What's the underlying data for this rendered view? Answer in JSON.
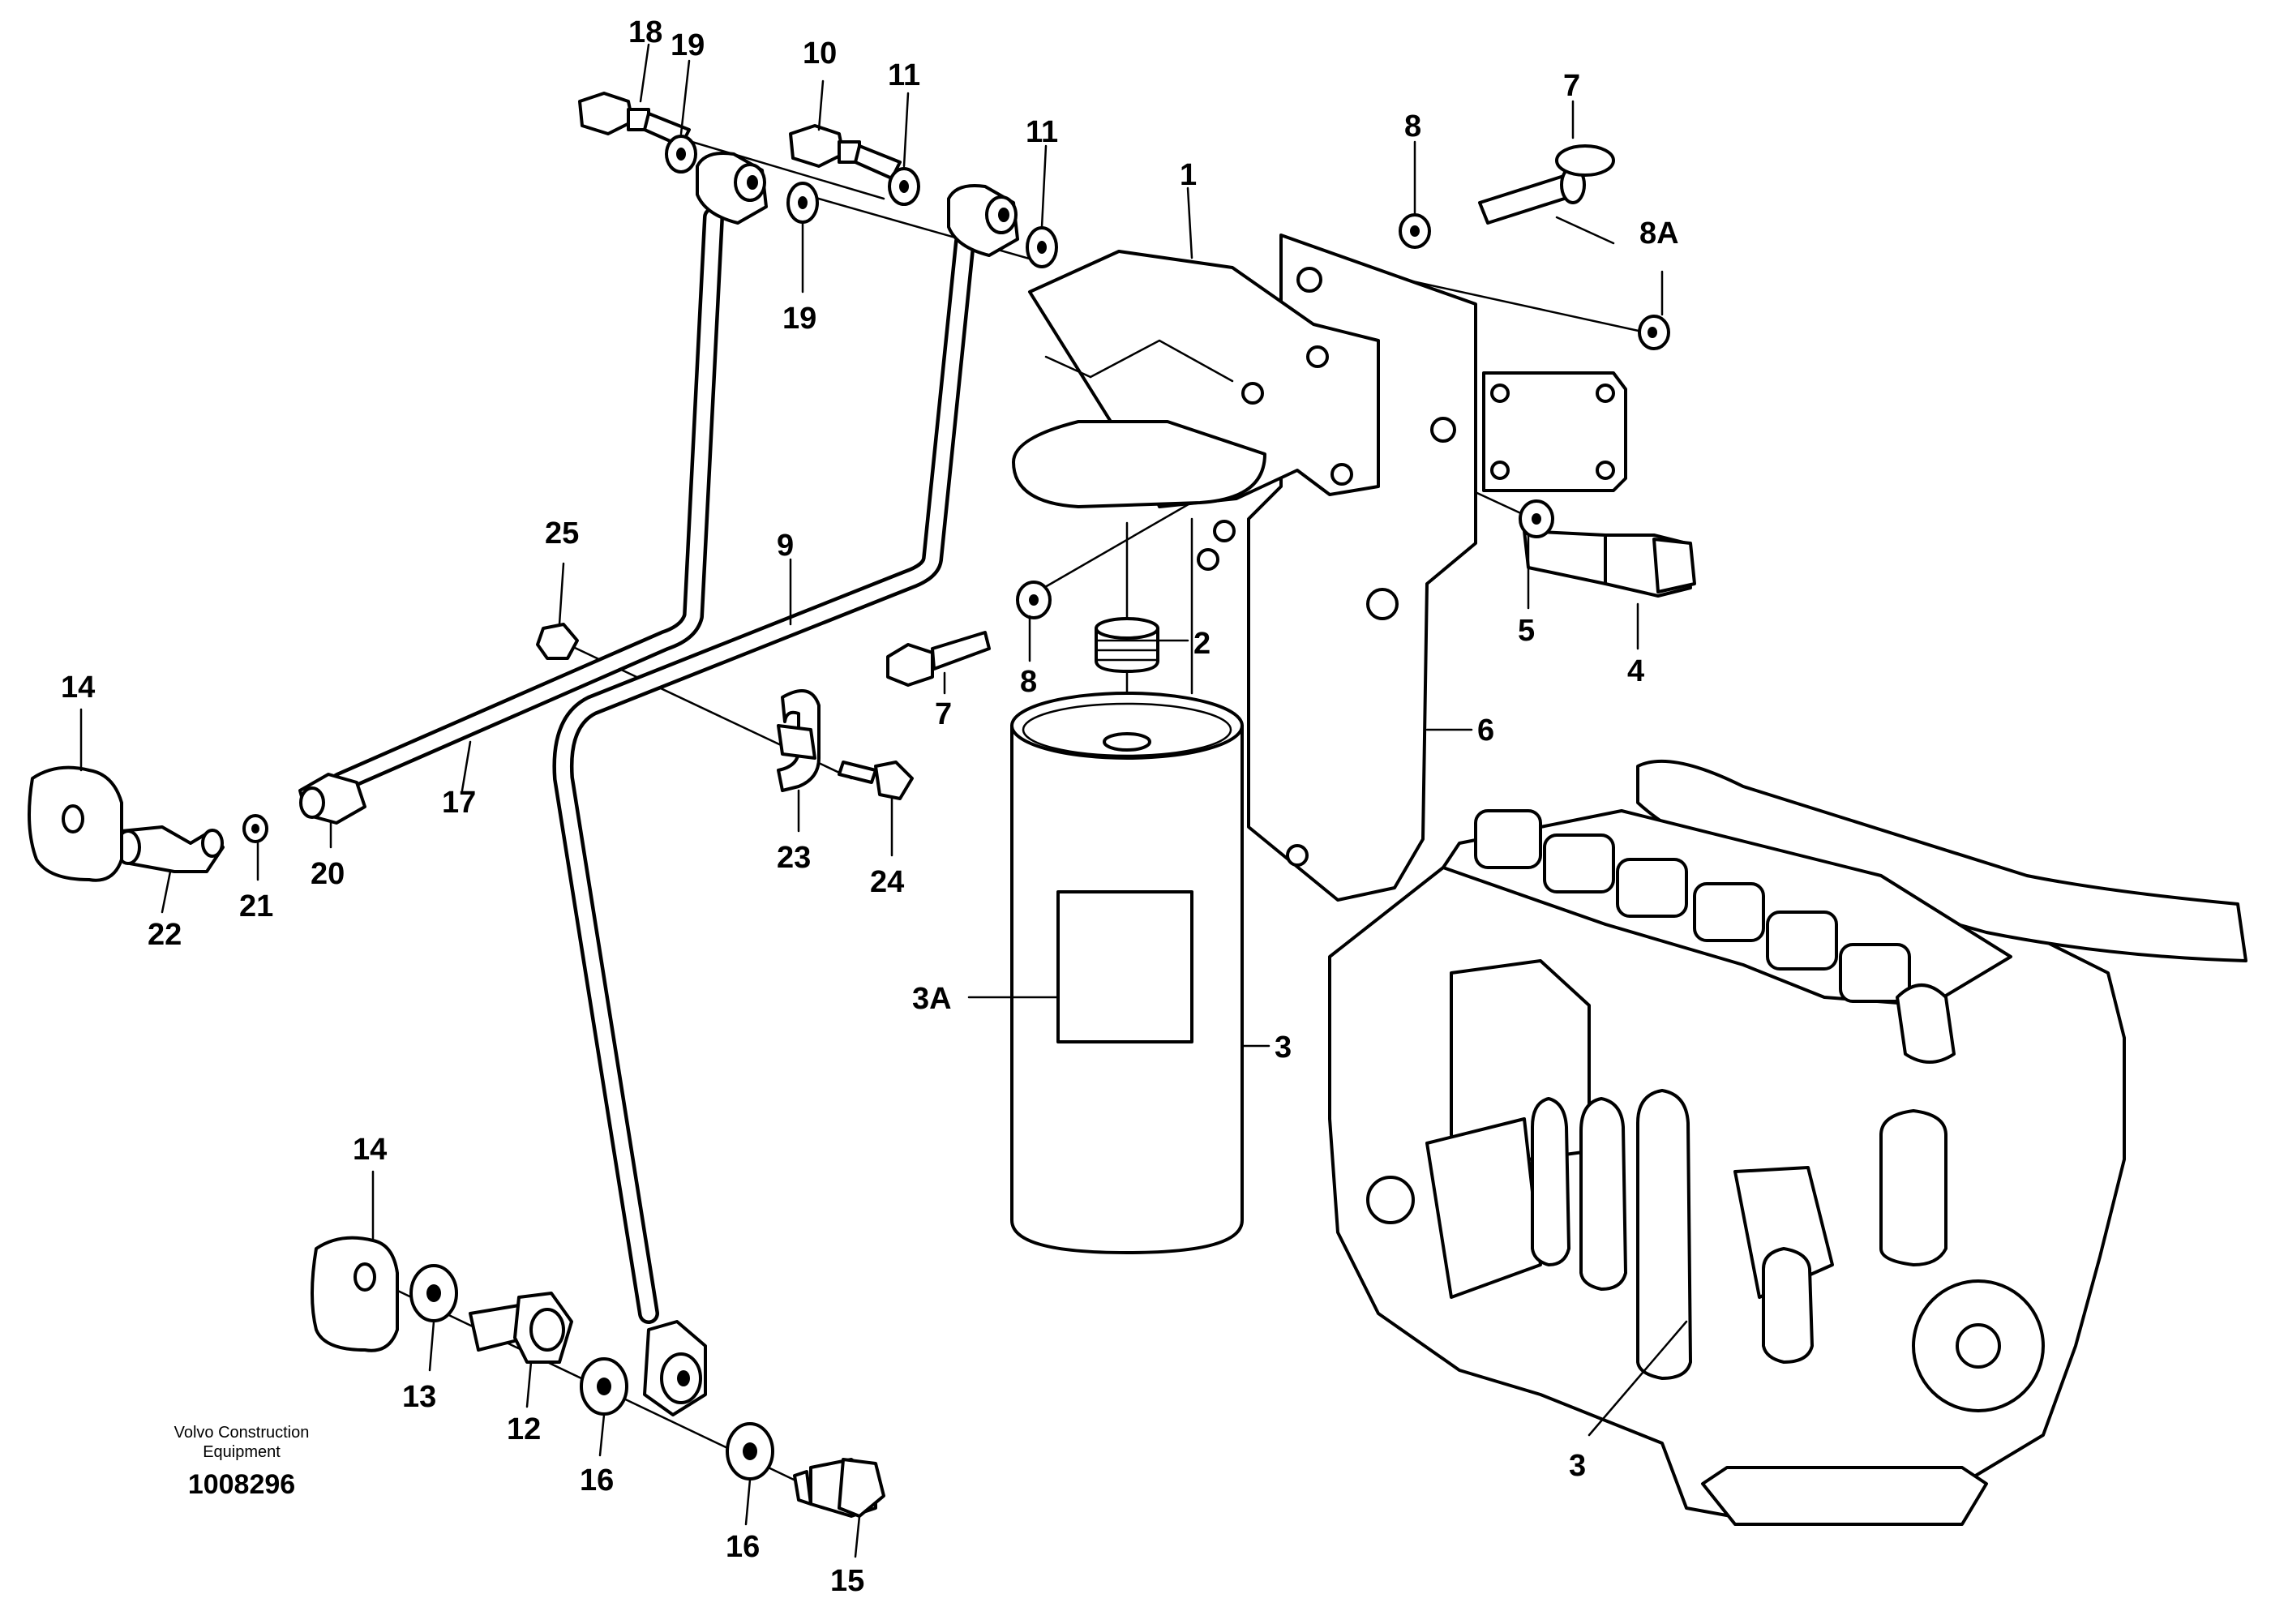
{
  "brand": {
    "line1": "Volvo Construction",
    "line2": "Equipment",
    "code": "1008296"
  },
  "labels": {
    "l1": "1",
    "l2": "2",
    "l3a": "3",
    "l3b": "3",
    "l3A": "3A",
    "l4": "4",
    "l5": "5",
    "l6": "6",
    "l7a": "7",
    "l7b": "7",
    "l8a": "8",
    "l8b": "8",
    "l8A": "8A",
    "l9": "9",
    "l10": "10",
    "l11a": "11",
    "l11b": "11",
    "l12": "12",
    "l13": "13",
    "l14a": "14",
    "l14b": "14",
    "l15": "15",
    "l16a": "16",
    "l16b": "16",
    "l17": "17",
    "l18": "18",
    "l19a": "19",
    "l19b": "19",
    "l20": "20",
    "l21": "21",
    "l22": "22",
    "l23": "23",
    "l24": "24",
    "l25": "25"
  }
}
